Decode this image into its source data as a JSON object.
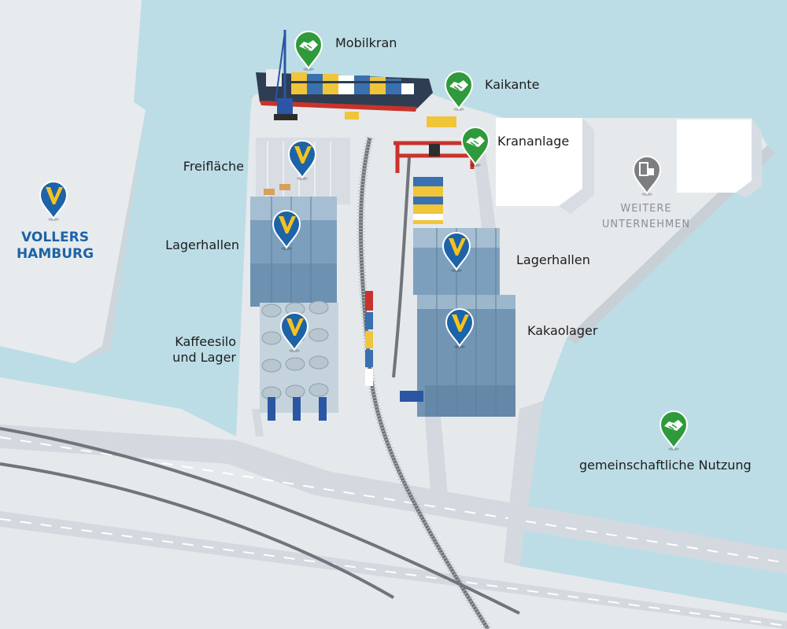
{
  "brand": {
    "line1": "VOLLERS",
    "line2": "HAMBURG",
    "color": "#1d63a8"
  },
  "colors": {
    "water": "#bcdde6",
    "land": "#e7eaec",
    "road": "#cdd3d9",
    "vollers_pin": "#1d63a8",
    "vollers_v": "#f7c21e",
    "shared_pin": "#2f9a3c",
    "other_pin": "#7c7f82"
  },
  "labels": {
    "mobilkran": "Mobilkran",
    "kaikante": "Kaikante",
    "krananlage": "Krananlage",
    "freiflaeche": "Freifläche",
    "lagerhallen_left": "Lagerhallen",
    "lagerhallen_right": "Lagerhallen",
    "kaffeesilo_line1": "Kaffeesilo",
    "kaffeesilo_line2": "und Lager",
    "kakaolager": "Kakaolager",
    "weitere_line1": "WEITERE",
    "weitere_line2": "UNTERNEHMEN",
    "gemeinschaftlich": "gemeinschaftliche Nutzung"
  },
  "pins": [
    {
      "id": "vollers-hamburg",
      "kind": "vollers",
      "icon": "vollers-v-icon"
    },
    {
      "id": "freiflaeche",
      "kind": "vollers",
      "icon": "vollers-v-icon"
    },
    {
      "id": "lagerhallen-left",
      "kind": "vollers",
      "icon": "vollers-v-icon"
    },
    {
      "id": "kaffeesilo",
      "kind": "vollers",
      "icon": "vollers-v-icon"
    },
    {
      "id": "lagerhallen-right",
      "kind": "vollers",
      "icon": "vollers-v-icon"
    },
    {
      "id": "kakaolager",
      "kind": "vollers",
      "icon": "vollers-v-icon"
    },
    {
      "id": "mobilkran",
      "kind": "shared",
      "icon": "handshake-icon"
    },
    {
      "id": "kaikante",
      "kind": "shared",
      "icon": "handshake-icon"
    },
    {
      "id": "krananlage",
      "kind": "shared",
      "icon": "handshake-icon"
    },
    {
      "id": "gemeinschaftlich",
      "kind": "shared",
      "icon": "handshake-icon"
    },
    {
      "id": "weitere-unternehmen",
      "kind": "other",
      "icon": "buildings-icon"
    }
  ]
}
